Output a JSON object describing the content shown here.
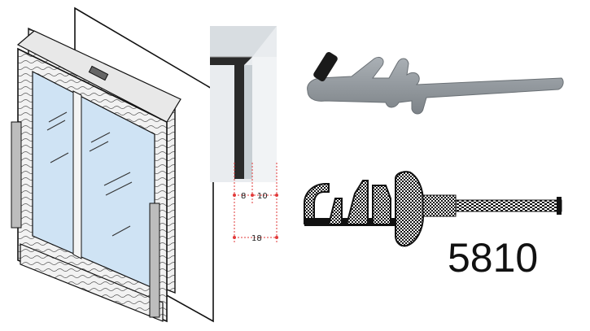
{
  "colors": {
    "ink": "#111111",
    "glass": "#cfe3f4",
    "profile_gray": "#8f959a",
    "seal_black": "#1a1a1a",
    "dimension_red": "#e23a3a",
    "frame_white": "#f4f4f4"
  },
  "diagram": {
    "window_illustration": {
      "icon": "window-frame-icon"
    },
    "seal_photo": {
      "icon": "gasket-profile-icon"
    },
    "dimensions": {
      "inner_left": "8",
      "inner_right": "10",
      "total": "18"
    },
    "profile_drawing": {
      "icon": "pixel-profile-icon",
      "part_number": "5810"
    }
  }
}
